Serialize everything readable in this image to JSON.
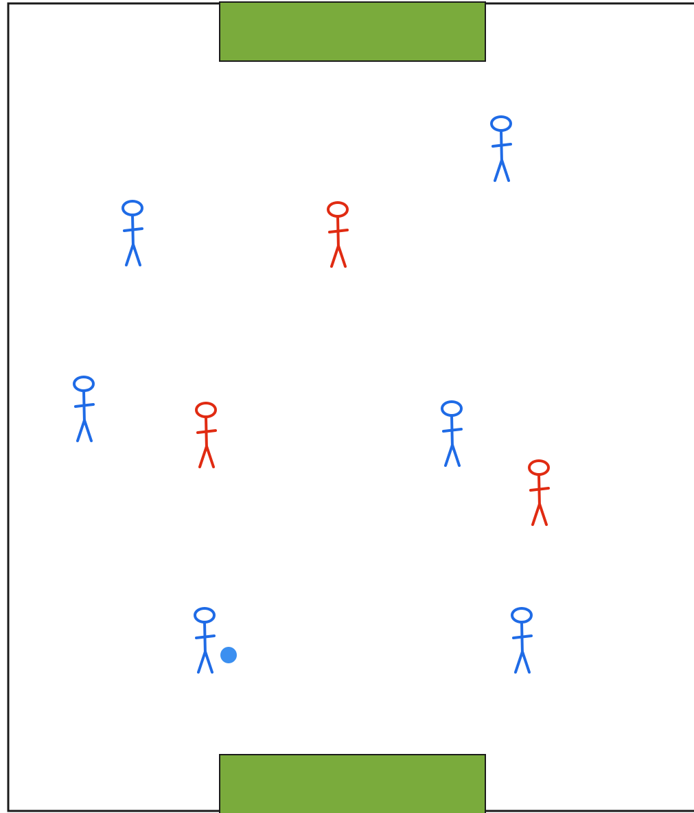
{
  "colors": {
    "pitch_line": "#1a1a1a",
    "goal": "#7aab3c",
    "team_blue": "#1f6be6",
    "team_red": "#e02b12",
    "ball": "#3b8ff0",
    "background": "#ffffff"
  },
  "goals": [
    {
      "side": "top"
    },
    {
      "side": "bottom"
    }
  ],
  "players": [
    {
      "team": "blue",
      "icon": "stick-figure-icon"
    },
    {
      "team": "blue",
      "icon": "stick-figure-icon"
    },
    {
      "team": "red",
      "icon": "stick-figure-icon"
    },
    {
      "team": "blue",
      "icon": "stick-figure-icon"
    },
    {
      "team": "red",
      "icon": "stick-figure-icon"
    },
    {
      "team": "blue",
      "icon": "stick-figure-icon"
    },
    {
      "team": "red",
      "icon": "stick-figure-icon"
    },
    {
      "team": "blue",
      "icon": "stick-figure-icon",
      "has_ball": true
    },
    {
      "team": "blue",
      "icon": "stick-figure-icon"
    }
  ],
  "ball": {
    "icon": "ball-icon",
    "possession": "blue"
  }
}
